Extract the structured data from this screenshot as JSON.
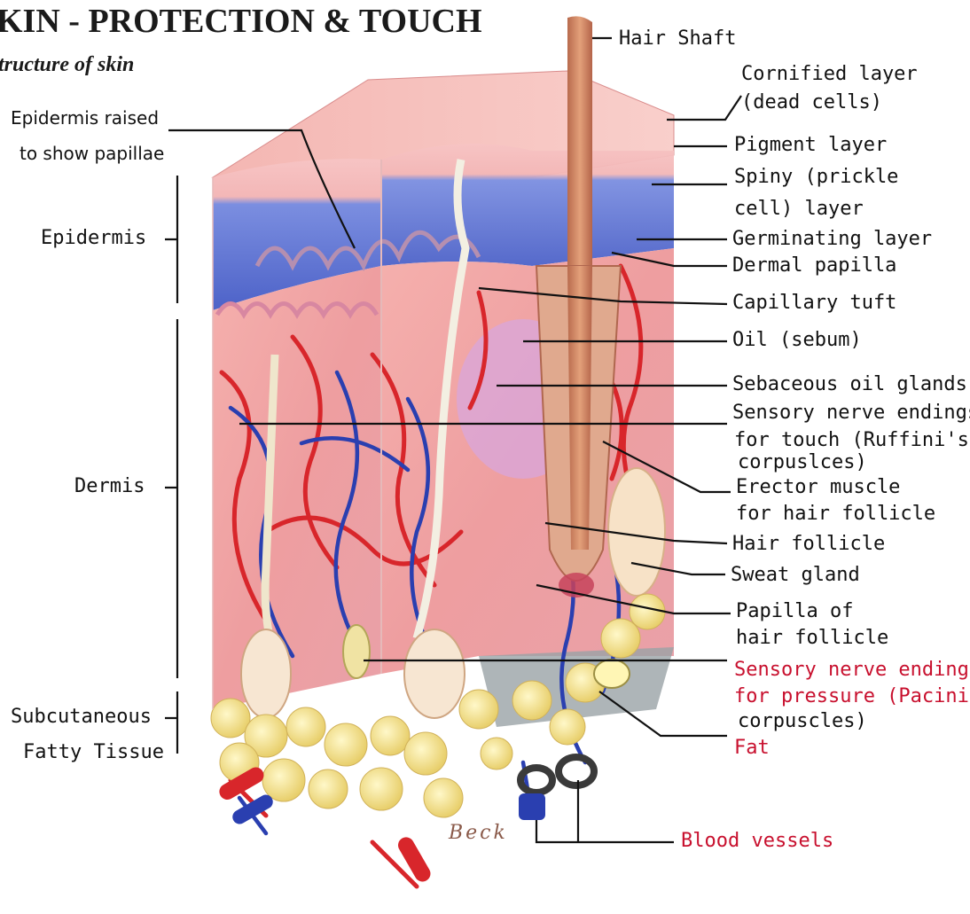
{
  "title": "KIN - PROTECTION & TOUCH",
  "subtitle": "tructure of skin",
  "signature": "Beck",
  "left_labels": {
    "epidermis_raised_1": "Epidermis raised",
    "epidermis_raised_2": "to show papillae",
    "epidermis": "Epidermis",
    "dermis": "Dermis",
    "subcutaneous_1": "Subcutaneous",
    "subcutaneous_2": "Fatty Tissue"
  },
  "right_labels": {
    "hair_shaft": "Hair Shaft",
    "cornified_1": "Cornified layer",
    "cornified_2": "(dead cells)",
    "pigment": "Pigment layer",
    "spiny_1": "Spiny (prickle",
    "spiny_2": "cell) layer",
    "germinating": "Germinating layer",
    "dermal_papilla": "Dermal papilla",
    "capillary_tuft": "Capillary tuft",
    "oil": "Oil (sebum)",
    "sebaceous": "Sebaceous oil glands",
    "sensory_touch_1": "Sensory nerve endings",
    "sensory_touch_2": "for touch (Ruffini's",
    "sensory_touch_3": "corpuslces)",
    "erector_1": "Erector muscle",
    "erector_2": "for hair follicle",
    "hair_follicle": "Hair follicle",
    "sweat_gland": "Sweat gland",
    "papilla_1": "Papilla of",
    "papilla_2": "hair follicle",
    "sensory_pressure_1": "Sensory nerve endings",
    "sensory_pressure_2": "for pressure (Pacini's",
    "sensory_pressure_3": "corpuscles)",
    "fat": "Fat",
    "blood_vessels": "Blood vessels"
  },
  "colors": {
    "epidermis_blue": "#5b6fd0",
    "dermis_pink": "#f2a6a6",
    "vessel_red": "#d8262b",
    "vessel_blue": "#2a3fb0",
    "fat_yellow": "#f3e08a",
    "label_red": "#c8102e"
  }
}
